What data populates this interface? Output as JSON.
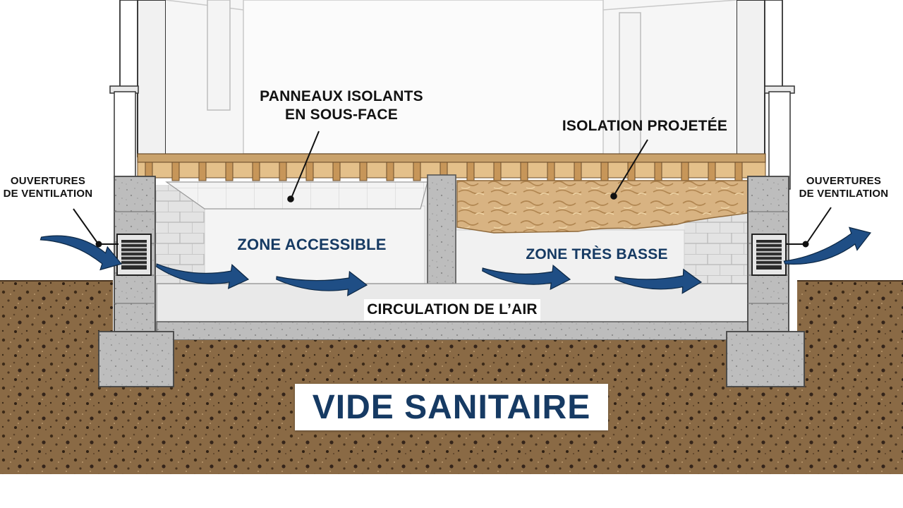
{
  "title": "VIDE SANITAIRE",
  "labels": {
    "vent_left": {
      "line1": "OUVERTURES",
      "line2": "DE VENTILATION"
    },
    "vent_right": {
      "line1": "OUVERTURES",
      "line2": "DE VENTILATION"
    },
    "panels": {
      "line1": "PANNEAUX ISOLANTS",
      "line2": "EN SOUS-FACE"
    },
    "spray": "ISOLATION PROJETÉE",
    "zone_accessible": "ZONE ACCESSIBLE",
    "zone_low": "ZONE TRÈS BASSE",
    "airflow": "CIRCULATION DE L’AIR"
  },
  "icons": [
    "airflow-arrow-icon",
    "vent-grille-icon"
  ],
  "colors": {
    "title_text": "#163a63",
    "arrow": "#1f4e85",
    "soil": "#8a6a45",
    "concrete": "#b9b9b9",
    "joist_wood": "#d9b27a",
    "spray_insulation": "#d8b382",
    "panel_insulation": "#f2f2f2"
  }
}
